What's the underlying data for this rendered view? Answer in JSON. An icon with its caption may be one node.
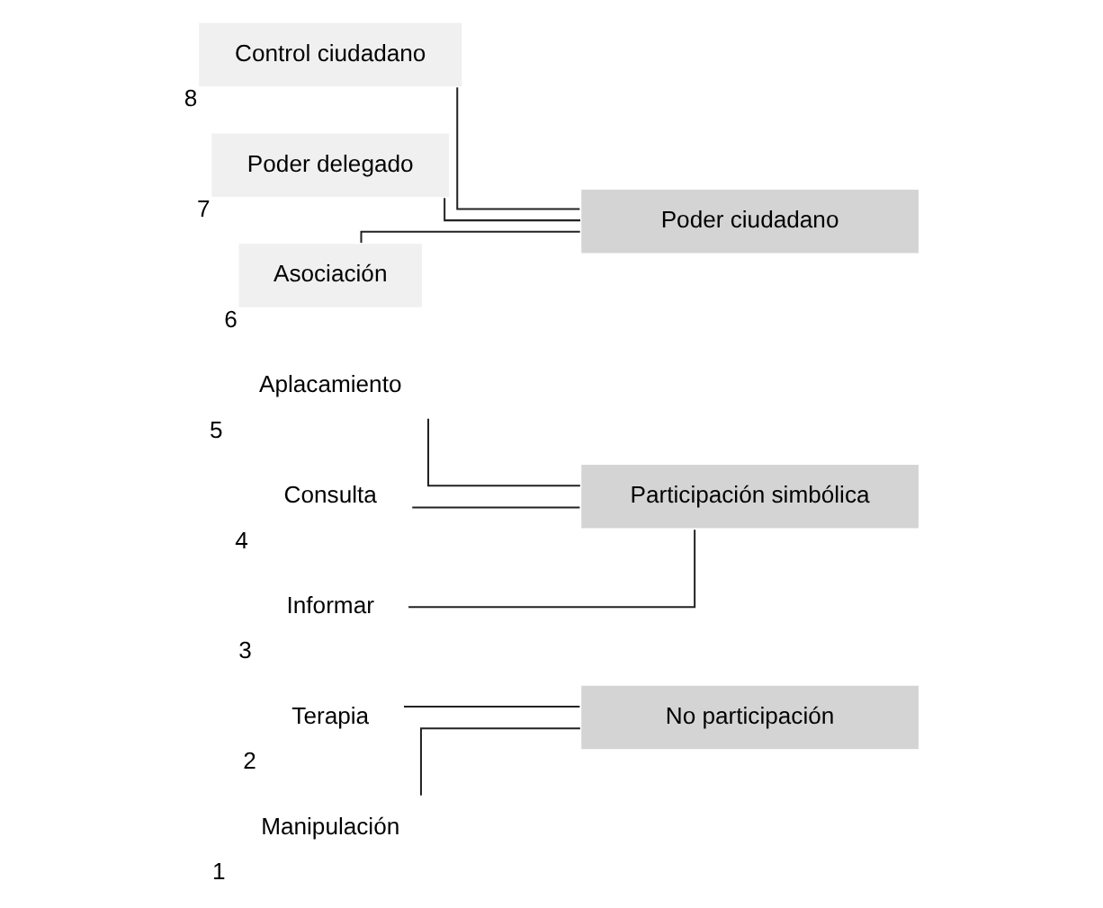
{
  "diagram": {
    "nodes": [
      {
        "text": [
          "Control ciudadano"
        ],
        "beside": [
          "8"
        ]
      },
      {
        "text": [
          "Poder delegado"
        ],
        "beside": [
          "7"
        ]
      },
      {
        "text": [
          "Asociación"
        ],
        "beside": [
          "6"
        ]
      },
      {
        "text": [
          "Poder ciudadano"
        ]
      },
      {
        "text": [
          "Aplacamiento"
        ],
        "beside": [
          "5"
        ]
      },
      {
        "text": [
          "Consulta"
        ],
        "beside": [
          "4"
        ]
      },
      {
        "text": [
          "Informar"
        ],
        "beside": [
          "3"
        ]
      },
      {
        "text": [
          "Participación simbólica"
        ]
      },
      {
        "text": [
          "Terapia"
        ],
        "beside": [
          "2"
        ]
      },
      {
        "text": [
          "Manipulación"
        ],
        "beside": [
          "1"
        ]
      },
      {
        "text": [
          "No participación"
        ]
      }
    ],
    "edges": [
      {
        "from": 0,
        "to": 3,
        "arrow": "none"
      },
      {
        "from": 1,
        "to": 3,
        "arrow": "none"
      },
      {
        "from": 2,
        "to": 3,
        "arrow": "none"
      },
      {
        "from": 4,
        "to": 7,
        "arrow": "none"
      },
      {
        "from": 5,
        "to": 7,
        "arrow": "none"
      },
      {
        "from": 6,
        "to": 7,
        "arrow": "none"
      },
      {
        "from": 8,
        "to": 10,
        "arrow": "none"
      },
      {
        "from": 9,
        "to": 10,
        "arrow": "none"
      }
    ]
  }
}
